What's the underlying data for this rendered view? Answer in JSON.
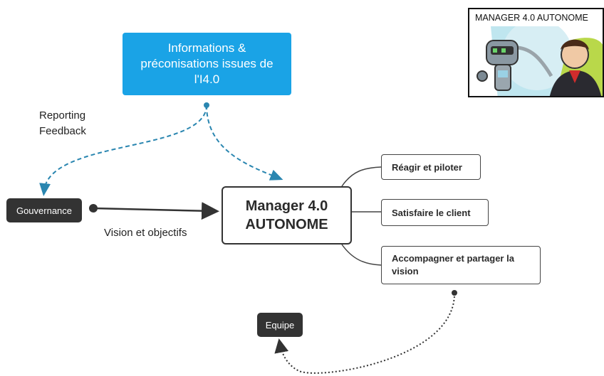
{
  "nodes": {
    "info": "Informations & préconisations issues de l'I4.0",
    "gouvernance": "Gouvernance",
    "equipe": "Equipe",
    "central_line1": "Manager 4.0",
    "central_line2": "AUTONOME",
    "branch1": "Réagir et piloter",
    "branch2": "Satisfaire le client",
    "branch3": "Accompagner et partager la vision"
  },
  "labels": {
    "reporting_line1": "Reporting",
    "reporting_line2": "Feedback",
    "vision": "Vision et objectifs"
  },
  "thumbnail": {
    "title": "MANAGER 4.0 AUTONOME"
  },
  "colors": {
    "accent_blue": "#1aa3e6",
    "dashed_blue": "#2a86b0",
    "dark": "#333333"
  }
}
